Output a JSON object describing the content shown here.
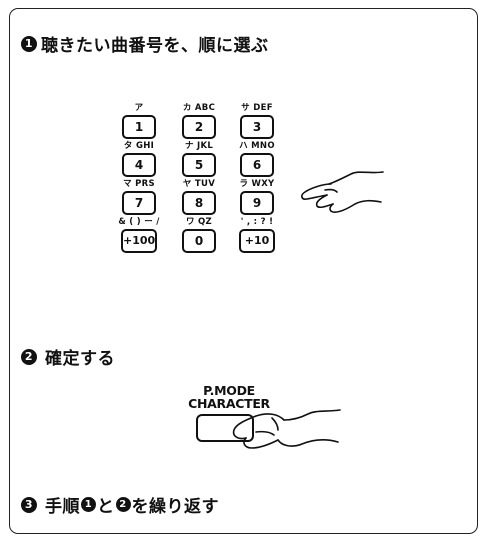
{
  "steps": [
    {
      "number": "1",
      "text": "聴きたい曲番号を、順に選ぶ"
    },
    {
      "number": "2",
      "text": "確定する"
    },
    {
      "number": "3",
      "text_before": "手順",
      "ref1": "1",
      "middle": "と",
      "ref2": "2",
      "text_after": "を繰り返す"
    }
  ],
  "keypad": {
    "keys": [
      {
        "label": "ア",
        "key": "1"
      },
      {
        "label": "カ ABC",
        "key": "2"
      },
      {
        "label": "サ DEF",
        "key": "3"
      },
      {
        "label": "タ GHI",
        "key": "4"
      },
      {
        "label": "ナ JKL",
        "key": "5"
      },
      {
        "label": "ハ MNO",
        "key": "6"
      },
      {
        "label": "マ PRS",
        "key": "7"
      },
      {
        "label": "ヤ TUV",
        "key": "8"
      },
      {
        "label": "ラ WXY",
        "key": "9"
      },
      {
        "label": "& ( ) ー /",
        "key": "+100"
      },
      {
        "label": "ワ QZ",
        "key": "0"
      },
      {
        "label": "' , : ? !",
        "key": "+10"
      }
    ]
  },
  "mode_button": {
    "label_line1": "P.MODE",
    "label_line2": "CHARACTER"
  },
  "icons": [
    "pointing-hand-icon",
    "pressing-hand-icon"
  ]
}
